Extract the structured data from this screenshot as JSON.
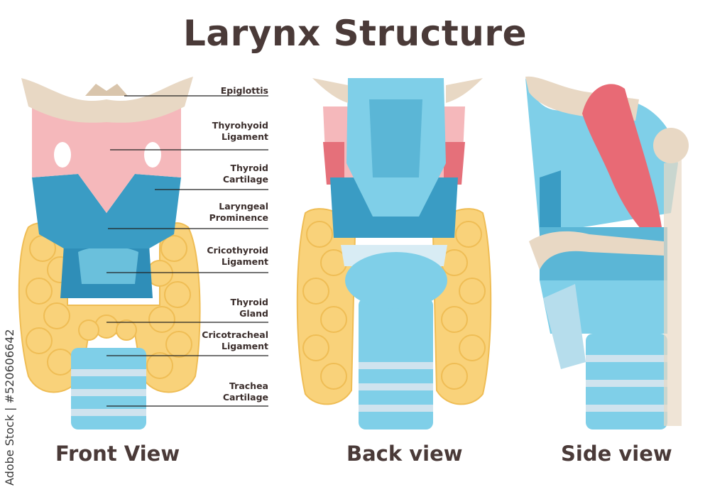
{
  "title": "Larynx Structure",
  "views": {
    "front": "Front View",
    "back": "Back view",
    "side": "Side view"
  },
  "labels": {
    "epiglottis": "Epiglottis",
    "thyrohyoid": "Thyrohyoid\nLigament",
    "thyroid_cartilage": "Thyroid\nCartilage",
    "laryngeal_prominence": "Laryngeal\nProminence",
    "cricothyroid": "Cricothyroid\nLigament",
    "thyroid_gland": "Thyroid\nGland",
    "cricotracheal": "Cricotracheal\nLigament",
    "trachea": "Trachea\nCartilage"
  },
  "watermark": "Adobe Stock | #520606642",
  "colors": {
    "gland": "#f9d27a",
    "bone": "#e8d8c4",
    "ligament": "#f5b8bb",
    "cartilage_dark": "#3a9cc4",
    "cartilage_light": "#7fcfe8",
    "text": "#4a3a38"
  }
}
